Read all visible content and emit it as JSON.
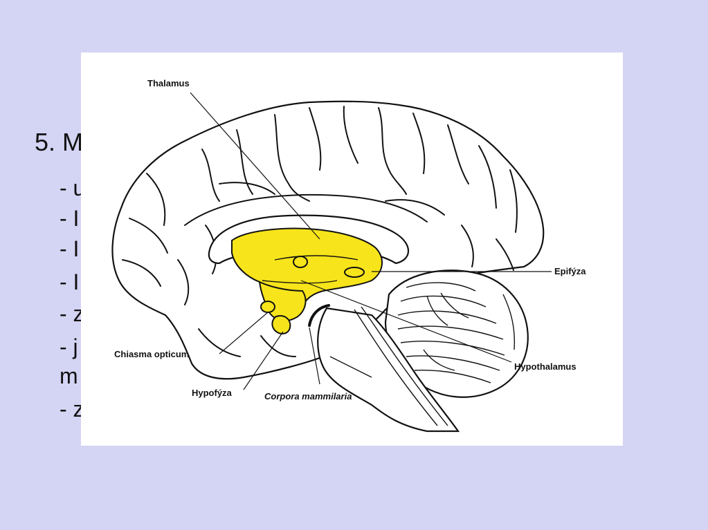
{
  "slide": {
    "title_fragment": "5. M",
    "bullets": [
      "- u",
      "- I",
      "- I",
      "- I",
      "- z",
      "- j",
      "m",
      "- z"
    ],
    "right_fragment": "u"
  },
  "diagram": {
    "labels": {
      "thalamus": "Thalamus",
      "epifyza": "Epifýza",
      "chiasma": "Chiasma opticum",
      "hypothalamus": "Hypothalamus",
      "hypofyza": "Hypofýza",
      "corpora": "Corpora mammilaria"
    },
    "colors": {
      "diencephalon_fill": "#f7e41a",
      "background": "#d4d4f4"
    }
  }
}
